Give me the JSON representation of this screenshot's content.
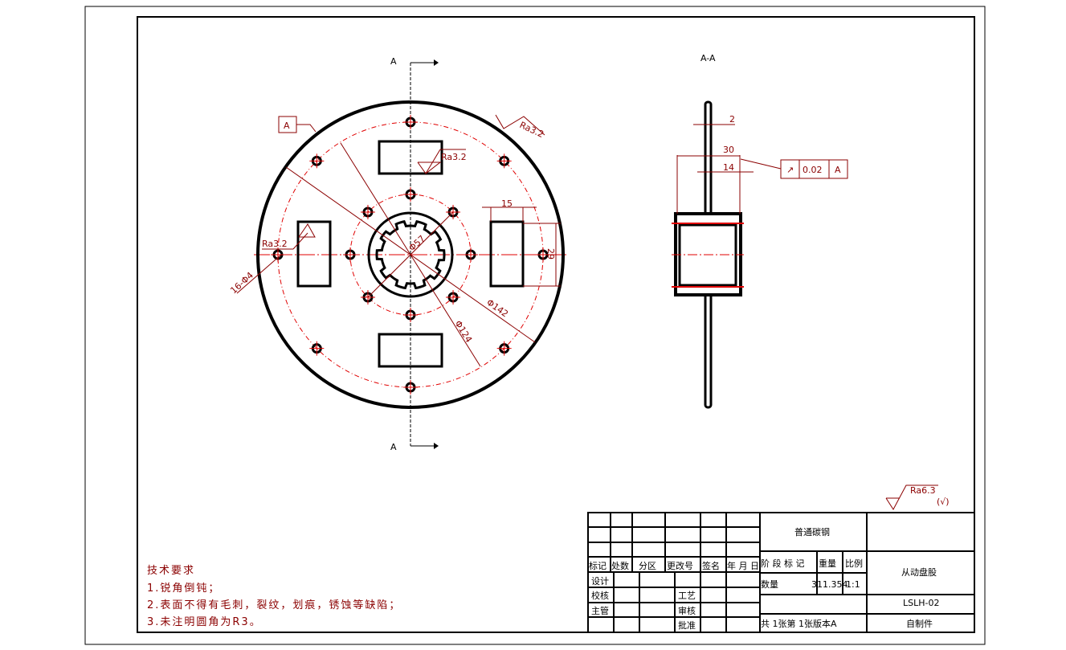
{
  "drawing": {
    "section_mark": "A",
    "section_title": "A-A",
    "datum_label": "A",
    "roughness_top_right": "Ra3.2",
    "roughness_slot": "Ra3.2",
    "roughness_left": "Ra3.2",
    "roughness_general": "Ra6.3",
    "roughness_general_suffix": "(√)",
    "dim_holes": "16-Φ4",
    "dim_d57": "Φ57",
    "dim_d124": "Φ124",
    "dim_d142": "Φ142",
    "dim_15": "15",
    "dim_29": "29",
    "dim_2": "2",
    "dim_30": "30",
    "dim_14": "14",
    "tolerance": {
      "symbol": "↗",
      "value": "0.02",
      "datum": "A"
    }
  },
  "notes": {
    "title": "技术要求",
    "items": [
      "1.锐角倒钝；",
      "2.表面不得有毛刺，裂纹，划痕，锈蚀等缺陷；",
      "3.未注明圆角为R3。"
    ]
  },
  "title_block": {
    "headers": [
      "标记",
      "处数",
      "分区",
      "更改号",
      "签名",
      "年 月 日"
    ],
    "roles": [
      "设计",
      "校核",
      "主管"
    ],
    "roles2": [
      "工艺",
      "审核",
      "批准"
    ],
    "material": "普通碳钢",
    "stage_label": "阶 段 标 记",
    "weight_label": "重量",
    "scale_label": "比例",
    "quantity_label": "数量",
    "weight": "311.354",
    "scale": "1:1",
    "sheets": "共 1张第 1张",
    "version": "版本A",
    "part_name": "从动盘股",
    "drawing_no": "LSLH-02",
    "source": "自制件"
  }
}
